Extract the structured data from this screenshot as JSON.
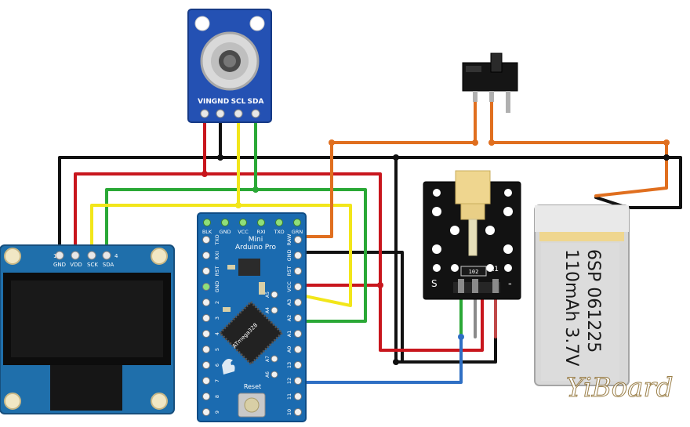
{
  "sensor": {
    "pins": [
      "VIN",
      "GND",
      "SCL",
      "SDA"
    ]
  },
  "oled": {
    "pins": [
      "GND",
      "VDD",
      "SCK",
      "SDA"
    ],
    "pin_numbers": [
      "1",
      "4"
    ]
  },
  "arduino": {
    "board_name_1": "Mini",
    "board_name_2": "Arduino Pro",
    "chip": "ATmega328",
    "reset": "Reset",
    "top_pins": [
      "BLK",
      "GND",
      "VCC",
      "RXI",
      "TXO",
      "GRN"
    ],
    "left_pins": [
      "TXO",
      "RXI",
      "RST",
      "GND",
      "2",
      "3",
      "4",
      "5",
      "6",
      "7",
      "8",
      "9"
    ],
    "right_pins": [
      "RAW",
      "GND",
      "RST",
      "VCC",
      "A3",
      "A2",
      "A1",
      "A0",
      "13",
      "12",
      "11",
      "10"
    ],
    "inner_pins": [
      "A5",
      "A4",
      "A7",
      "A6"
    ]
  },
  "buzzer_module": {
    "left_label": "S",
    "right_label": "-",
    "resistor_label": "R1",
    "resistor_code": "102"
  },
  "battery": {
    "line1": "6SP 061225",
    "line2": "110mAh 3.7V"
  },
  "watermark": {
    "text": "YiBoard"
  },
  "colors": {
    "red": "#c8161d",
    "black": "#111111",
    "yellow": "#f2e61a",
    "green": "#2aa836",
    "orange": "#e06f1f",
    "blue": "#2f6fc4",
    "pcb_blue": "#1f6fab",
    "sensor_blue": "#2451b3"
  }
}
